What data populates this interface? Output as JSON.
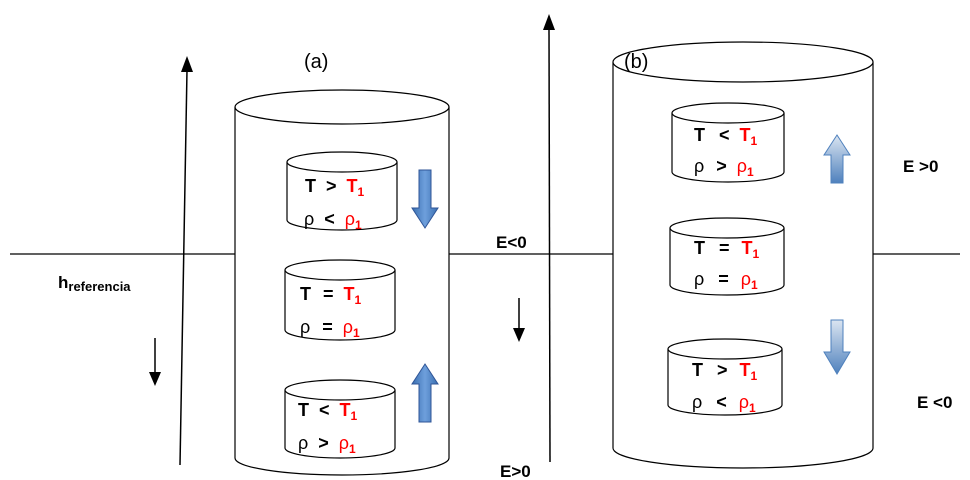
{
  "panels": {
    "a": {
      "label": "(a)",
      "cells": [
        {
          "t_sym": "T",
          "t_op": ">",
          "t_ref": "T",
          "rho_sym": "ρ",
          "rho_op": "<",
          "rho_ref": "ρ",
          "sub": "1"
        },
        {
          "t_sym": "T",
          "t_op": "=",
          "t_ref": "T",
          "rho_sym": "ρ",
          "rho_op": "=",
          "rho_ref": "ρ",
          "sub": "1"
        },
        {
          "t_sym": "T",
          "t_op": "<",
          "t_ref": "T",
          "rho_sym": "ρ",
          "rho_op": ">",
          "rho_ref": "ρ",
          "sub": "1"
        }
      ]
    },
    "b": {
      "label": "(b)",
      "cells": [
        {
          "t_sym": "T",
          "t_op": "<",
          "t_ref": "T",
          "rho_sym": "ρ",
          "rho_op": ">",
          "rho_ref": "ρ",
          "sub": "1"
        },
        {
          "t_sym": "T",
          "t_op": "=",
          "t_ref": "T",
          "rho_sym": "ρ",
          "rho_op": "=",
          "rho_ref": "ρ",
          "sub": "1"
        },
        {
          "t_sym": "T",
          "t_op": ">",
          "t_ref": "T",
          "rho_sym": "ρ",
          "rho_op": "<",
          "rho_ref": "ρ",
          "sub": "1"
        }
      ]
    }
  },
  "reference": {
    "h": "h",
    "sub": "referencia"
  },
  "energy": {
    "center_top": "E<0",
    "center_bottom": "E>0",
    "right_top": "E >0",
    "right_bottom": "E <0"
  },
  "colors": {
    "ref_red": "#ff0000",
    "arrow_blue": "#4f81bd",
    "arrow_pale": "#dbe5f1"
  }
}
